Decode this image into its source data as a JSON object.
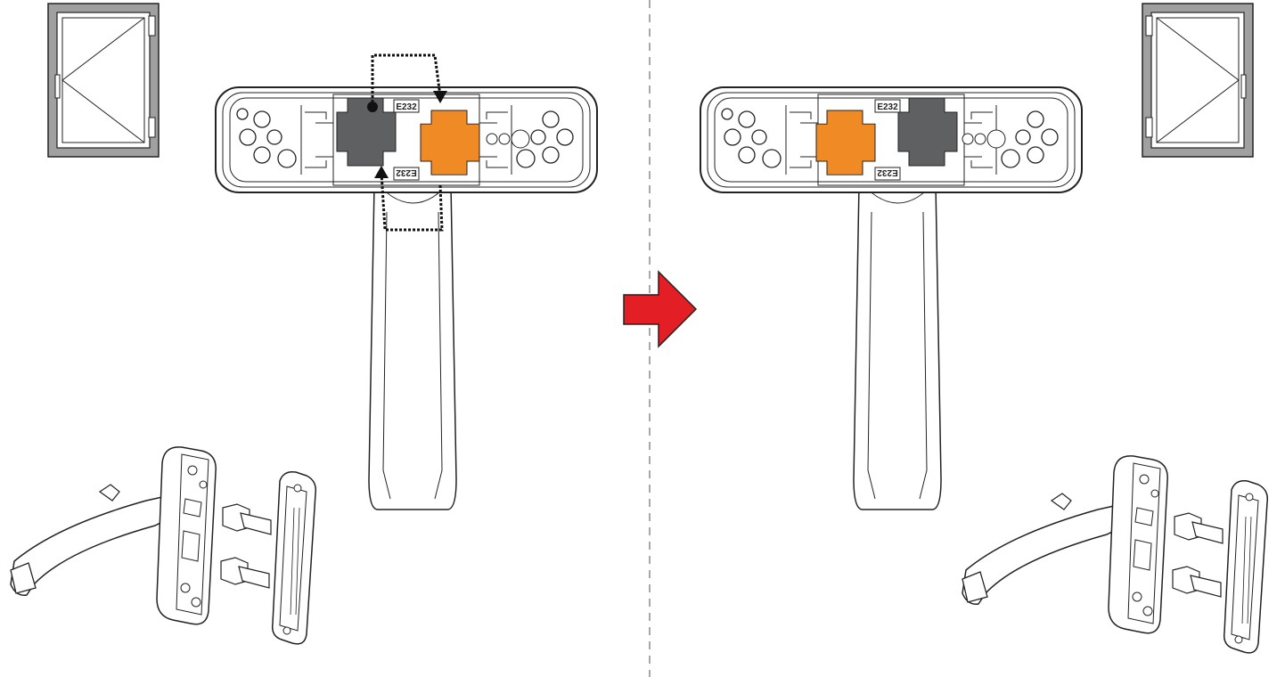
{
  "diagram": {
    "steps": [
      {
        "id": "before",
        "window_hinge_side": "left",
        "top_label": "E232",
        "bottom_label": "E232",
        "order": [
          "dark",
          "orange"
        ],
        "swap_arrows": true
      },
      {
        "id": "after",
        "window_hinge_side": "right",
        "top_label": "E232",
        "bottom_label": "E232",
        "order": [
          "orange",
          "dark"
        ],
        "swap_arrows": false
      }
    ],
    "colors": {
      "orange_insert": "#f08a24",
      "dark_insert": "#5f6062",
      "arrow_fill": "#e31e24",
      "divider": "#a8a8a8",
      "frame_gray": "#a0a0a0"
    },
    "icons": [
      "window-icon",
      "handle-top-view",
      "next-step-arrow-icon",
      "handle-exploded-view"
    ]
  }
}
